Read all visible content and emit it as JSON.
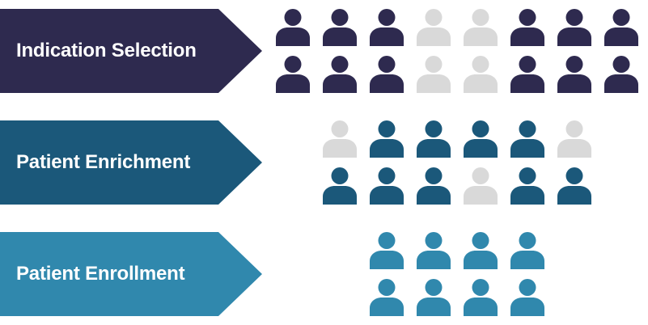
{
  "stages": [
    {
      "label": "Indication Selection",
      "color": "#2e2a4f",
      "columns": 8,
      "people": [
        1,
        1,
        1,
        0,
        0,
        1,
        1,
        1,
        1,
        1,
        1,
        0,
        0,
        1,
        1,
        1
      ]
    },
    {
      "label": "Patient Enrichment",
      "color": "#1b587a",
      "columns": 6,
      "people": [
        0,
        1,
        1,
        1,
        1,
        0,
        1,
        1,
        1,
        0,
        1,
        1
      ]
    },
    {
      "label": "Patient Enrollment",
      "color": "#3088ad",
      "columns": 4,
      "people": [
        1,
        1,
        1,
        1,
        1,
        1,
        1,
        1
      ]
    }
  ],
  "inactive_color": "#d9d9d9",
  "icon": "person-icon"
}
